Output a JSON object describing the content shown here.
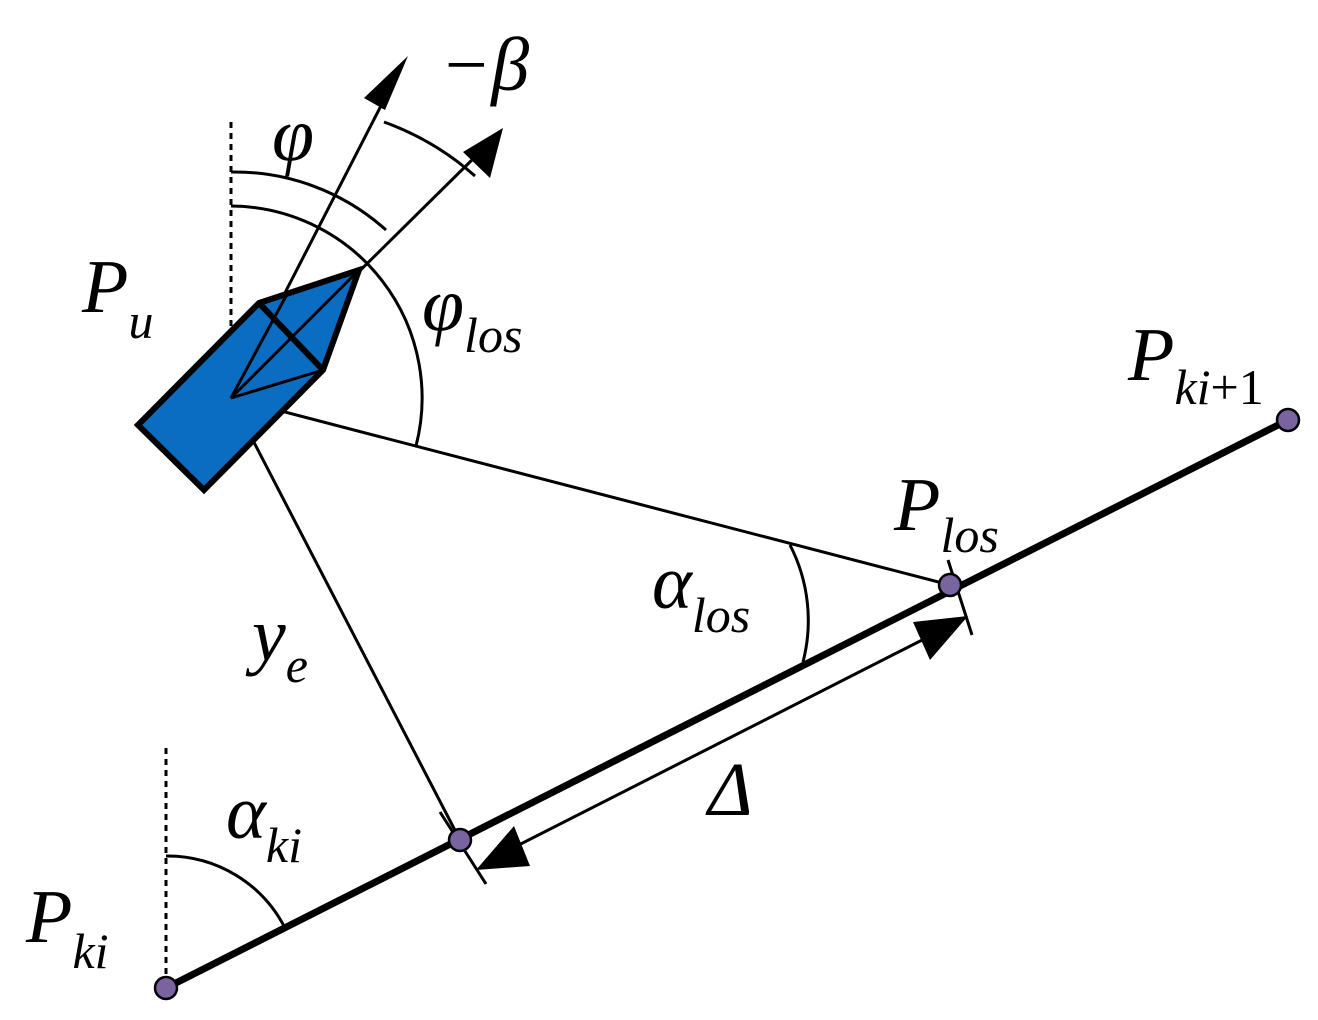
{
  "labels": {
    "neg_beta": "−β",
    "phi": "φ",
    "phi_los": {
      "base": "φ",
      "sub": "los"
    },
    "p_u": {
      "base": "P",
      "sub": "u"
    },
    "p_ki1": {
      "base": "P",
      "sub": "ki",
      "sub_rest": "+1"
    },
    "p_los": {
      "base": "P",
      "sub": "los"
    },
    "alpha_los": {
      "base": "α",
      "sub": "los"
    },
    "y_e": {
      "base": "y",
      "sub": "e"
    },
    "delta": "Δ",
    "alpha_ki": {
      "base": "α",
      "sub": "ki"
    },
    "p_ki": {
      "base": "P",
      "sub": "ki"
    }
  },
  "colors": {
    "vessel_fill": "#0a6dc2",
    "waypoint_fill": "#7a64a0",
    "line": "#000000"
  }
}
